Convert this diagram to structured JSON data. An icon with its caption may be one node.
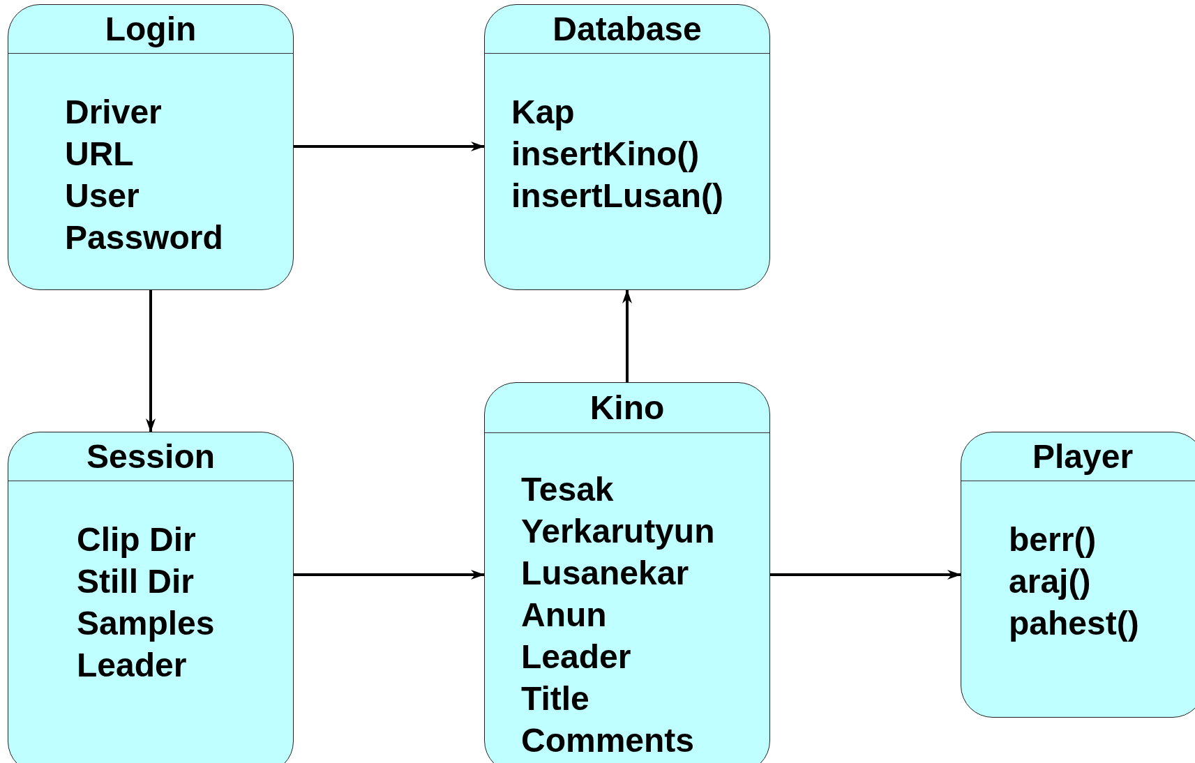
{
  "diagram": {
    "nodes": [
      {
        "text": [
          "Login",
          "Driver",
          "URL",
          "User",
          "Password"
        ]
      },
      {
        "text": [
          "Database",
          "Kap",
          "insertKino()",
          "insertLusan()"
        ]
      },
      {
        "text": [
          "Session",
          "Clip Dir",
          "Still Dir",
          "Samples",
          "Leader"
        ]
      },
      {
        "text": [
          "Kino",
          "Tesak",
          "Yerkarutyun",
          "Lusanekar",
          "Anun",
          "Leader",
          "Title",
          "Comments"
        ]
      },
      {
        "text": [
          "Player",
          "berr()",
          "araj()",
          "pahest()"
        ]
      }
    ],
    "edges": [
      {
        "from": 0,
        "to": 1,
        "arrow": "to"
      },
      {
        "from": 0,
        "to": 2,
        "arrow": "to"
      },
      {
        "from": 2,
        "to": 3,
        "arrow": "to"
      },
      {
        "from": 3,
        "to": 1,
        "arrow": "to"
      },
      {
        "from": 3,
        "to": 4,
        "arrow": "to"
      }
    ]
  }
}
